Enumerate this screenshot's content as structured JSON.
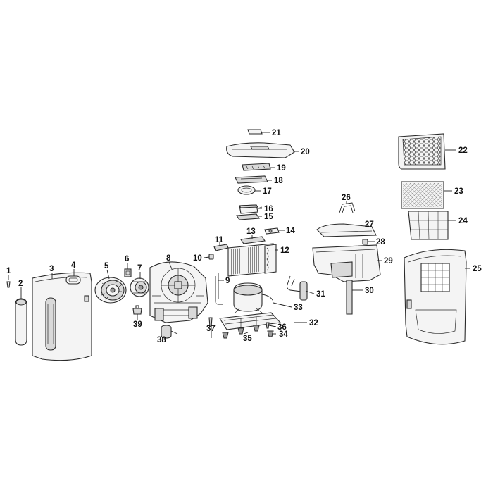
{
  "diagram": {
    "labels": [
      "1",
      "2",
      "3",
      "4",
      "5",
      "6",
      "7",
      "8",
      "9",
      "10",
      "11",
      "12",
      "13",
      "14",
      "15",
      "16",
      "17",
      "18",
      "19",
      "20",
      "21",
      "22",
      "23",
      "24",
      "25",
      "26",
      "27",
      "28",
      "29",
      "30",
      "31",
      "32",
      "33",
      "34",
      "35",
      "36",
      "37",
      "38",
      "39"
    ]
  }
}
